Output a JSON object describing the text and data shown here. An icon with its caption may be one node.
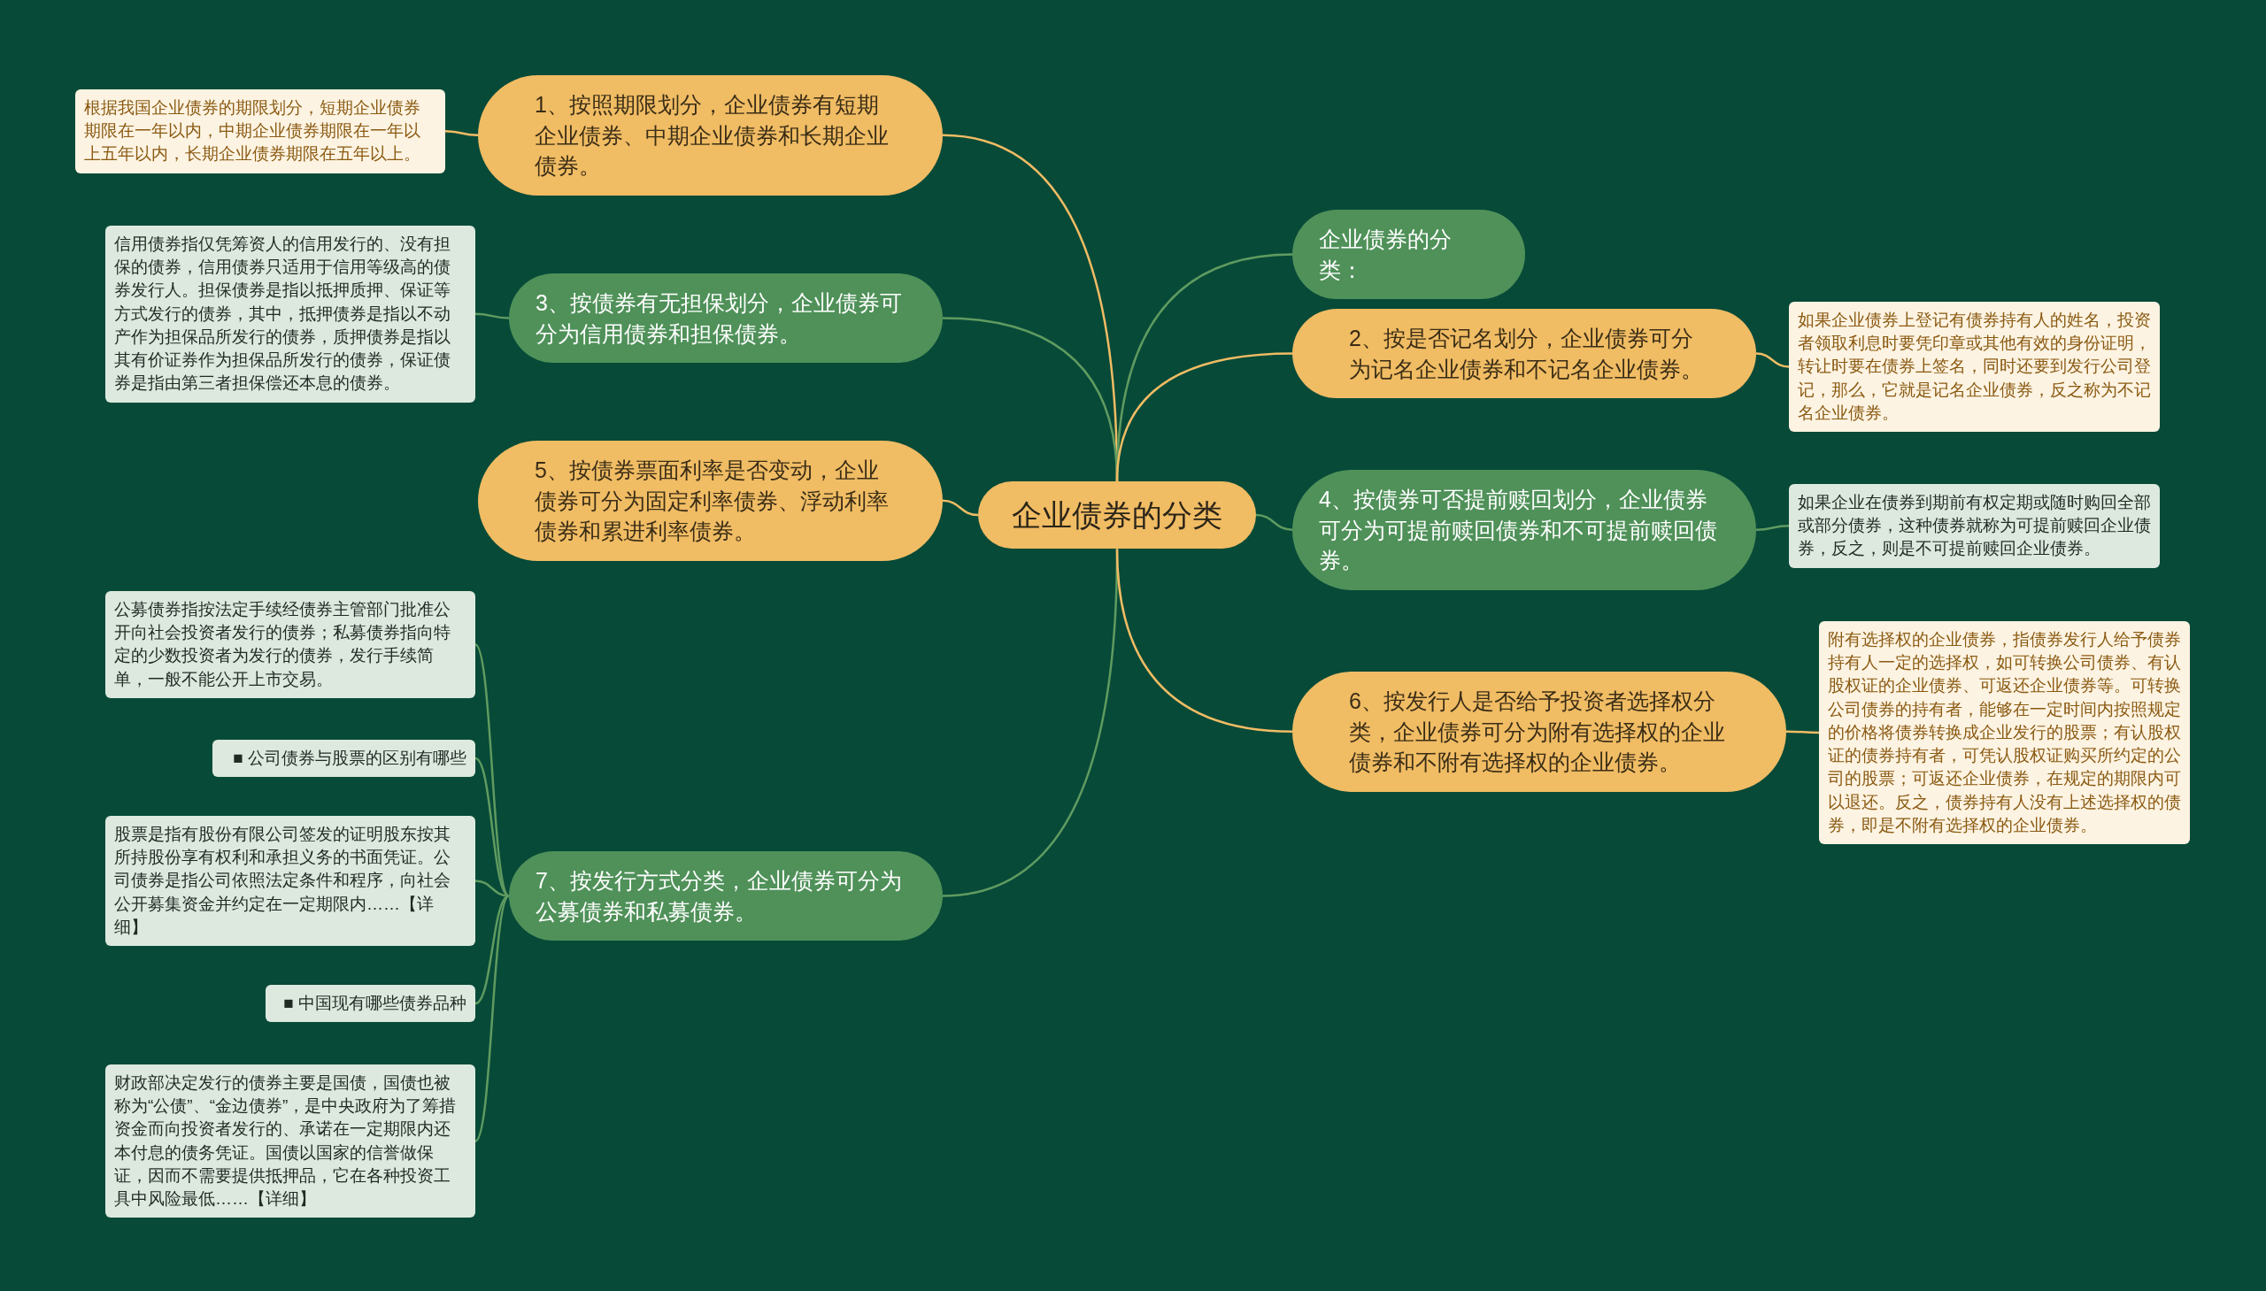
{
  "diagram": {
    "nodes": [
      {
        "text": [
          "企业债券的分类"
        ]
      },
      {
        "text": [
          "1、按照期限划分，企业债券有短期企业债券、中期企业债券和长期企业债券。"
        ]
      },
      {
        "text": [
          "根据我国企业债券的期限划分，短期企业债券期限在一年以内，中期企业债券期限在一年以上五年以内，长期企业债券期限在五年以上。"
        ]
      },
      {
        "text": [
          "3、按债券有无担保划分，企业债券可分为信用债券和担保债券。"
        ]
      },
      {
        "text": [
          "信用债券指仅凭筹资人的信用发行的、没有担保的债券，信用债券只适用于信用等级高的债券发行人。担保债券是指以抵押质押、保证等方式发行的债券，其中，抵押债券是指以不动产作为担保品所发行的债券，质押债券是指以其有价证券作为担保品所发行的债券，保证债券是指由第三者担保偿还本息的债券。"
        ]
      },
      {
        "text": [
          "5、按债券票面利率是否变动，企业债券可分为固定利率债券、浮动利率债券和累进利率债券。"
        ]
      },
      {
        "text": [
          "7、按发行方式分类，企业债券可分为公募债券和私募债券。"
        ]
      },
      {
        "text": [
          "公募债券指按法定手续经债券主管部门批准公开向社会投资者发行的债券；私募债券指向特定的少数投资者为发行的债券，发行手续简单，一般不能公开上市交易。"
        ]
      },
      {
        "text": [
          "■ 公司债券与股票的区别有哪些"
        ]
      },
      {
        "text": [
          "股票是指有股份有限公司签发的证明股东按其所持股份享有权利和承担义务的书面凭证。公司债券是指公司依照法定条件和程序，向社会公开募集资金并约定在一定期限内……【详细】"
        ]
      },
      {
        "text": [
          "■ 中国现有哪些债券品种"
        ]
      },
      {
        "text": [
          "财政部决定发行的债券主要是国债，国债也被称为“公债”、“金边债券”，是中央政府为了筹措资金而向投资者发行的、承诺在一定期限内还本付息的债务凭证。国债以国家的信誉做保证，因而不需要提供抵押品，它在各种投资工具中风险最低……【详细】"
        ]
      },
      {
        "text": [
          "企业债券的分类："
        ]
      },
      {
        "text": [
          "2、按是否记名划分，企业债券可分为记名企业债券和不记名企业债券。"
        ]
      },
      {
        "text": [
          "如果企业债券上登记有债券持有人的姓名，投资者领取利息时要凭印章或其他有效的身份证明，转让时要在债券上签名，同时还要到发行公司登记，那么，它就是记名企业债券，反之称为不记名企业债券。"
        ]
      },
      {
        "text": [
          "4、按债券可否提前赎回划分，企业债券可分为可提前赎回债券和不可提前赎回债券。"
        ]
      },
      {
        "text": [
          "如果企业在债券到期前有权定期或随时购回全部或部分债券，这种债券就称为可提前赎回企业债券，反之，则是不可提前赎回企业债券。"
        ]
      },
      {
        "text": [
          "6、按发行人是否给予投资者选择权分类，企业债券可分为附有选择权的企业债券和不附有选择权的企业债券。"
        ]
      },
      {
        "text": [
          "附有选择权的企业债券，指债券发行人给予债券持有人一定的选择权，如可转换公司债券、有认股权证的企业债券、可返还企业债券等。可转换公司债券的持有者，能够在一定时间内按照规定的价格将债券转换成企业发行的股票；有认股权证的债券持有者，可凭认股权证购买所约定的公司的股票；可返还企业债券，在规定的期限内可以退还。反之，债券持有人没有上述选择权的债券，即是不附有选择权的企业债券。"
        ]
      }
    ],
    "edges": [
      {
        "from": 0,
        "to": 1,
        "arrow": "none",
        "color": "#f0bc64"
      },
      {
        "from": 1,
        "to": 2,
        "arrow": "none",
        "color": "#f0bc64"
      },
      {
        "from": 0,
        "to": 3,
        "arrow": "none"
      },
      {
        "from": 3,
        "to": 4,
        "arrow": "none"
      },
      {
        "from": 0,
        "to": 5,
        "arrow": "none",
        "color": "#f0bc64"
      },
      {
        "from": 0,
        "to": 6,
        "arrow": "none"
      },
      {
        "from": 6,
        "to": 7,
        "arrow": "none"
      },
      {
        "from": 6,
        "to": 8,
        "arrow": "none"
      },
      {
        "from": 6,
        "to": 9,
        "arrow": "none"
      },
      {
        "from": 6,
        "to": 10,
        "arrow": "none"
      },
      {
        "from": 6,
        "to": 11,
        "arrow": "none"
      },
      {
        "from": 0,
        "to": 12,
        "arrow": "none"
      },
      {
        "from": 0,
        "to": 13,
        "arrow": "none",
        "color": "#f0bc64"
      },
      {
        "from": 13,
        "to": 14,
        "arrow": "none",
        "color": "#f0bc64"
      },
      {
        "from": 0,
        "to": 15,
        "arrow": "none"
      },
      {
        "from": 15,
        "to": 16,
        "arrow": "none"
      },
      {
        "from": 0,
        "to": 17,
        "arrow": "none",
        "color": "#f0bc64"
      },
      {
        "from": 17,
        "to": 18,
        "arrow": "none",
        "color": "#f0bc64"
      }
    ]
  }
}
